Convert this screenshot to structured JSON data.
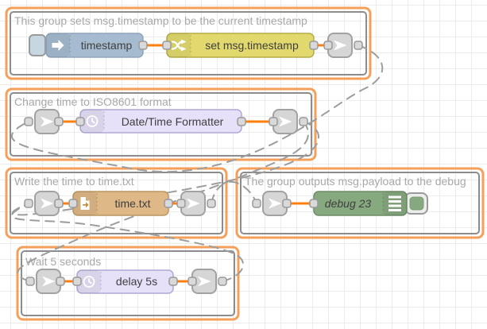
{
  "app": "node-red-flow-editor",
  "colors": {
    "wire": "#ff7f0e",
    "link_wire": "#9d9d9d",
    "group_border": "#f5a05a",
    "group_inner": "#8c8c8c",
    "inject": "#a6bbcf",
    "change": "#e2d96e",
    "formatter": "#e6e0f8",
    "file": "#deb887",
    "debug": "#87a980",
    "delay": "#e6e0f8",
    "link_node": "#d6d6d6",
    "port": "#d9d9d9"
  },
  "groups": [
    {
      "label": "This group sets msg.timestamp to be the current timestamp"
    },
    {
      "label": "Change time to ISO8601 format"
    },
    {
      "label": "Write the time to time.txt"
    },
    {
      "label": "The group outputs msg.payload to the debug"
    },
    {
      "label": "Wait 5 seconds"
    }
  ],
  "nodes": {
    "inject": {
      "label": "timestamp",
      "type": "inject"
    },
    "change": {
      "label": "set msg.timestamp",
      "type": "change"
    },
    "formatter": {
      "label": "Date/Time Formatter",
      "type": "date-time-formatter"
    },
    "file": {
      "label": "time.txt",
      "type": "file-write"
    },
    "debug": {
      "label": "debug 23",
      "type": "debug"
    },
    "delay": {
      "label": "delay 5s",
      "type": "delay"
    }
  },
  "icons": {
    "inject": "inject-arrow-icon",
    "change": "shuffle-icon",
    "link": "paper-plane-icon",
    "clock": "clock-icon",
    "file": "file-page-icon",
    "debug": "list-icon"
  }
}
